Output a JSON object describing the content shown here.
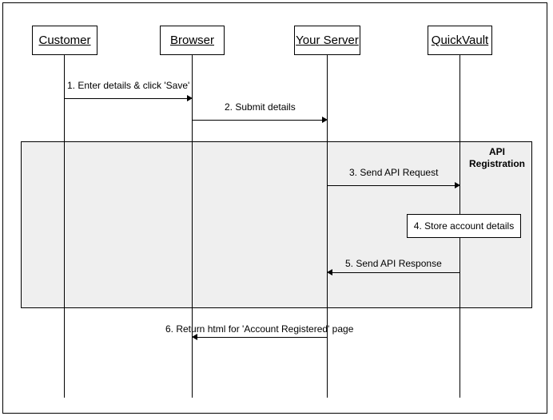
{
  "participants": [
    {
      "name": "Customer"
    },
    {
      "name": "Browser"
    },
    {
      "name": "Your Server"
    },
    {
      "name": "QuickVault"
    }
  ],
  "group": {
    "label": "API\nRegistration"
  },
  "messages": [
    {
      "label": "1. Enter details & click 'Save'",
      "from": "Customer",
      "to": "Browser"
    },
    {
      "label": "2. Submit details",
      "from": "Browser",
      "to": "Your Server"
    },
    {
      "label": "3. Send API Request",
      "from": "Your Server",
      "to": "QuickVault"
    },
    {
      "label": "5. Send API Response",
      "from": "QuickVault",
      "to": "Your Server"
    },
    {
      "label": "6. Return html for 'Account Registered' page",
      "from": "Your Server",
      "to": "Browser"
    }
  ],
  "note": {
    "label": "4. Store account details",
    "on": "QuickVault"
  }
}
